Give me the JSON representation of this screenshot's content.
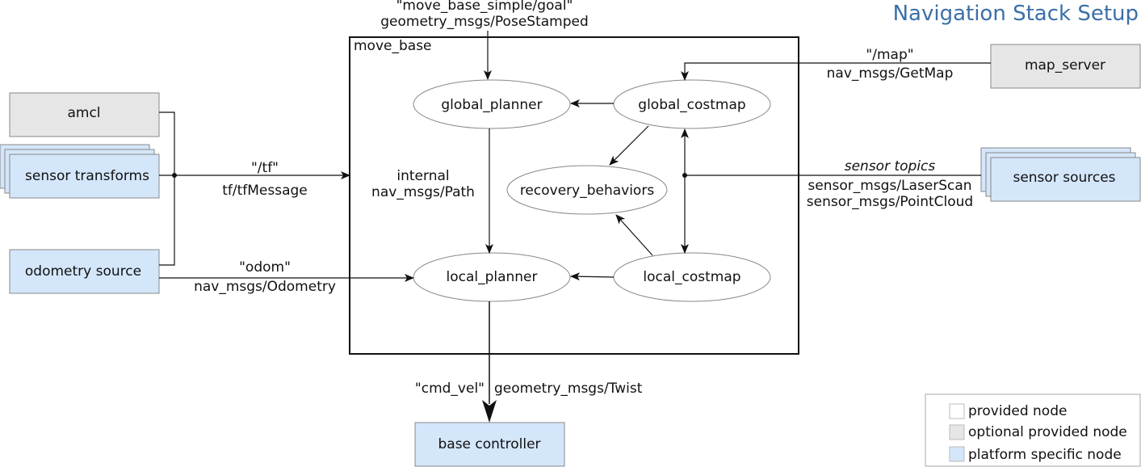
{
  "title": "Navigation Stack Setup",
  "container_label": "move_base",
  "nodes": {
    "amcl": "amcl",
    "sensor_transforms": "sensor transforms",
    "odometry_source": "odometry source",
    "map_server": "map_server",
    "sensor_sources": "sensor sources",
    "base_controller": "base controller",
    "global_planner": "global_planner",
    "global_costmap": "global_costmap",
    "recovery_behaviors": "recovery_behaviors",
    "local_planner": "local_planner",
    "local_costmap": "local_costmap"
  },
  "edge_labels": {
    "goal_topic": "\"move_base_simple/goal\"",
    "goal_type": "geometry_msgs/PoseStamped",
    "tf_topic": "\"/tf\"",
    "tf_type": "tf/tfMessage",
    "odom_topic": "\"odom\"",
    "odom_type": "nav_msgs/Odometry",
    "map_topic": "\"/map\"",
    "map_type": "nav_msgs/GetMap",
    "sensor_topics": "sensor topics",
    "laserscan": "sensor_msgs/LaserScan",
    "pointcloud": "sensor_msgs/PointCloud",
    "internal": "internal",
    "path_type": "nav_msgs/Path",
    "cmd_vel": "\"cmd_vel\"",
    "twist": "geometry_msgs/Twist"
  },
  "legend": {
    "provided": "provided node",
    "optional": "optional provided node",
    "platform": "platform specific node"
  },
  "colors": {
    "title": "#3a6fa8",
    "provided": "#ffffff",
    "optional": "#e6e6e6",
    "platform": "#d4e6fa",
    "stroke": "#111111",
    "node_border": "#888888"
  }
}
